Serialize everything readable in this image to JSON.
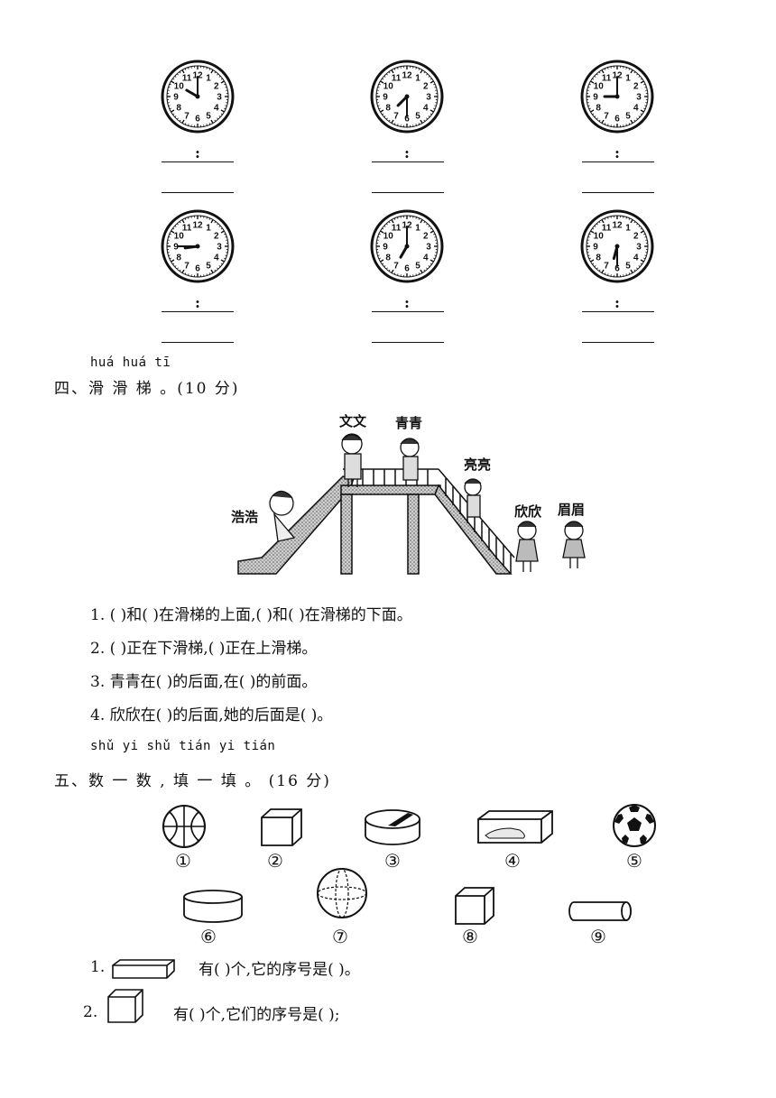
{
  "clocks": {
    "colon": ":",
    "items": [
      {
        "hour": 10,
        "minute": 0
      },
      {
        "hour": 7,
        "minute": 30
      },
      {
        "hour": 9,
        "minute": 0
      },
      {
        "hour": 8,
        "minute": 45
      },
      {
        "hour": 7,
        "minute": 0
      },
      {
        "hour": 6,
        "minute": 30
      }
    ]
  },
  "section4": {
    "pinyin": "huá huá tī",
    "title": "四、滑 滑 梯 。(10 分)",
    "names": {
      "wenwen": "文文",
      "qingqing": "青青",
      "liangliang": "亮亮",
      "haohao": "浩浩",
      "xinxin": "欣欣",
      "meimei": "眉眉"
    },
    "questions": [
      "1.  (      )和(      )在滑梯的上面,(     )和(      )在滑梯的下面。",
      "2.  (         )正在下滑梯,(        )正在上滑梯。",
      "3.  青青在(        )的后面,在(        )的前面。",
      "4.  欣欣在(        )的后面,她的后面是(        )。"
    ]
  },
  "section5": {
    "pinyin": "shǔ yi shǔ  tián yi tián",
    "title": "五、数 一 数 , 填 一 填 。  (16 分)",
    "labels": [
      "①",
      "②",
      "③",
      "④",
      "⑤",
      "⑥",
      "⑦",
      "⑧",
      "⑨"
    ],
    "q1_num": "1.",
    "q1_text": "有(     )个,它的序号是(            )。",
    "q2_num": "2.",
    "q2_text": "有(     )个,它们的序号是(                          );"
  }
}
